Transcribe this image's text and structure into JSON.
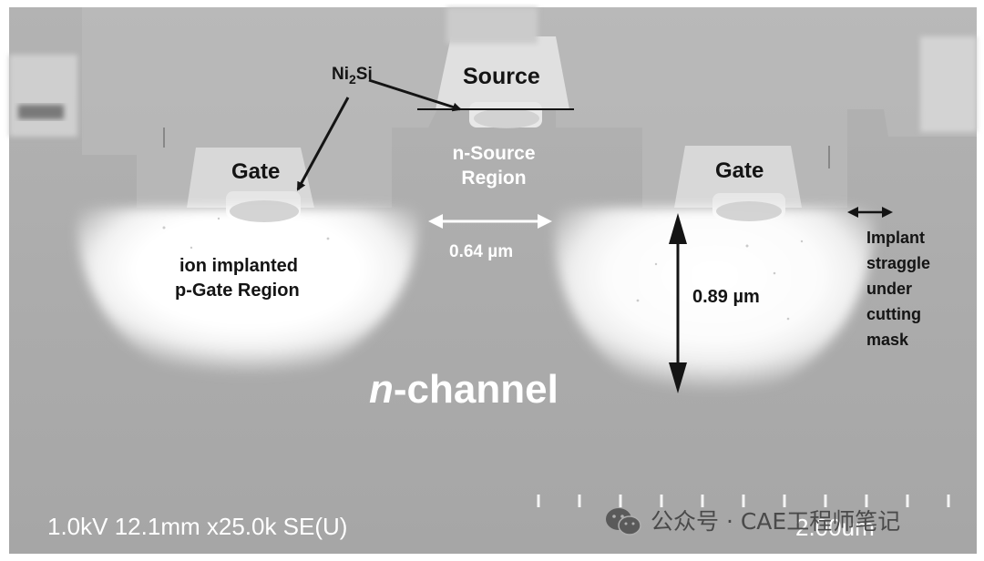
{
  "micrograph": {
    "labels": {
      "nisi_main": "Ni",
      "nisi_sub": "2",
      "nisi_tail": "Si",
      "source": "Source",
      "gate_left": "Gate",
      "gate_right": "Gate",
      "n_source_line1": "n-Source",
      "n_source_line2": "Region",
      "width_measure": "0.64 µm",
      "depth_measure": "0.89 µm",
      "ion_line1": "ion implanted",
      "ion_line2": "p-Gate Region",
      "channel_italic": "n",
      "channel_rest": "-channel",
      "implant_line1": "Implant",
      "implant_line2": "straggle",
      "implant_line3": "under",
      "implant_line4": "cutting",
      "implant_line5": "mask"
    },
    "databar": {
      "params": "1.0kV 12.1mm x25.0k SE(U)",
      "scale": "2.00um"
    },
    "watermark": {
      "icon": "wechat-icon",
      "text": "公众号 · CAE工程师笔记"
    },
    "colors": {
      "background": "#a9a9a9",
      "implant_glow": "#ffffff",
      "ink": "#141414"
    }
  }
}
